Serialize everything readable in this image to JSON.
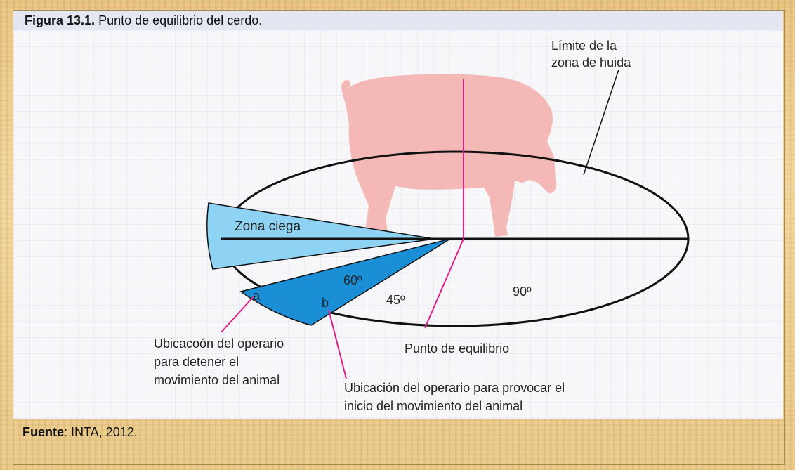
{
  "caption": {
    "figure_number": "Figura 13.1.",
    "title": "Punto de equilibrio del cerdo."
  },
  "source": {
    "label": "Fuente",
    "text": ": INTA, 2012."
  },
  "diagram": {
    "labels": {
      "flight_zone_limit": [
        "Límite de la",
        "zona de huida"
      ],
      "blind_zone": "Zona ciega",
      "angle_60": "60º",
      "angle_45": "45º",
      "angle_90": "90º",
      "point_a": "a",
      "point_b": "b",
      "operator_stop": [
        "Ubicacoón del operario",
        "para detener el",
        "movimiento del animal"
      ],
      "balance_point": "Punto de equilibrio",
      "operator_start": [
        "Ubicación del operario para provocar el",
        "inicio del movimiento del animal"
      ]
    },
    "colors": {
      "pig": "#f4b9b7",
      "blind_zone": "#8fd3f4",
      "operator_zone": "#1a8fd6",
      "pointer_lines": "#e0208a",
      "outline": "#111111"
    }
  }
}
